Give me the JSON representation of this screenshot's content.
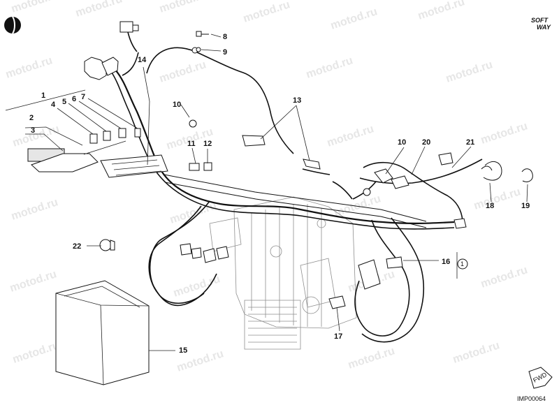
{
  "diagram": {
    "watermark_text": "motod.ru",
    "brand": {
      "line1": "SOFT",
      "line2": "WAY"
    },
    "fwd_label": "FWD",
    "code": "IMP00064",
    "callouts": {
      "c1": "1",
      "c2": "2",
      "c3": "3",
      "c4": "4",
      "c5": "5",
      "c6": "6",
      "c7": "7",
      "c8": "8",
      "c9": "9",
      "c10a": "10",
      "c10b": "10",
      "c11": "11",
      "c12": "12",
      "c13": "13",
      "c14": "14",
      "c15": "15",
      "c16": "16",
      "c16_sub": "1",
      "c17": "17",
      "c18": "18",
      "c19": "19",
      "c20": "20",
      "c21": "21",
      "c22": "22"
    }
  }
}
